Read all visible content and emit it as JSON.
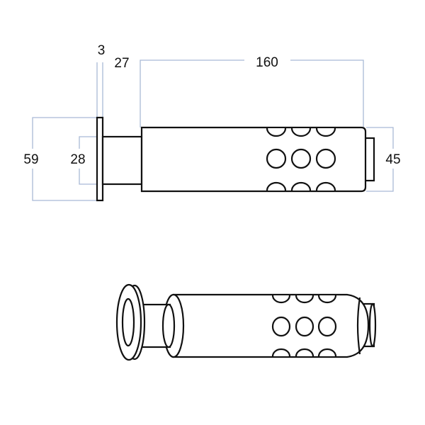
{
  "drawing": {
    "dimensions": {
      "flange_thickness": "3",
      "neck_length": "27",
      "body_length": "160",
      "flange_diameter": "59",
      "neck_diameter": "28",
      "end_diameter": "45"
    },
    "colors": {
      "dimension_line": "#a9b9d6",
      "outline": "#111111"
    }
  }
}
